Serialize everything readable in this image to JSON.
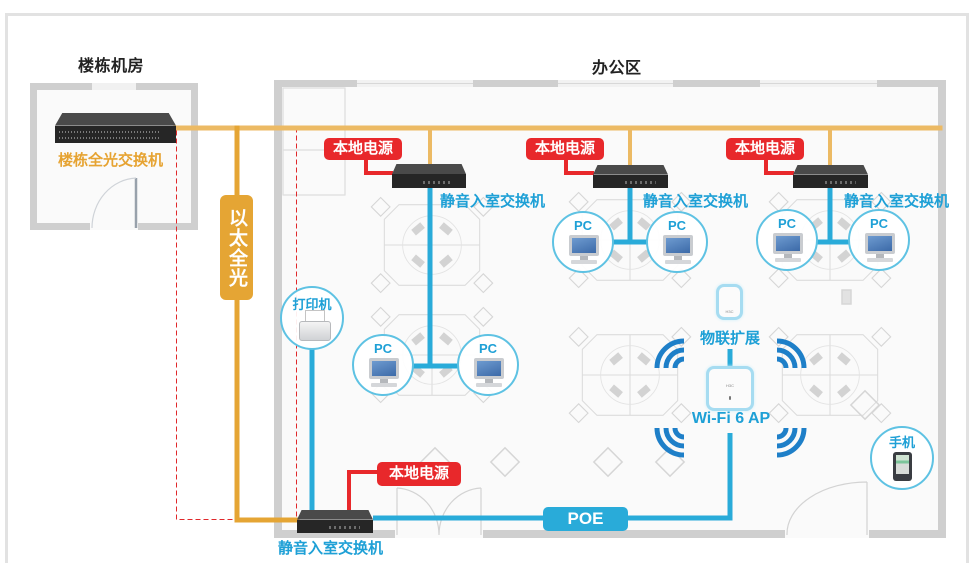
{
  "server_room": {
    "title": "楼栋机房",
    "core_switch_label": "楼栋全光交换机"
  },
  "office": {
    "title": "办公区"
  },
  "links": {
    "fiber_label": "以太全光",
    "poe_label": "POE"
  },
  "access_switches": [
    {
      "label": "静音入室交换机",
      "power_label": "本地电源"
    },
    {
      "label": "静音入室交换机",
      "power_label": "本地电源"
    },
    {
      "label": "静音入室交换机",
      "power_label": "本地电源"
    },
    {
      "label": "静音入室交换机",
      "power_label": "本地电源"
    }
  ],
  "endpoints": {
    "pcs": [
      {
        "label": "PC"
      },
      {
        "label": "PC"
      },
      {
        "label": "PC"
      },
      {
        "label": "PC"
      },
      {
        "label": "PC"
      },
      {
        "label": "PC"
      }
    ],
    "printer": {
      "label": "打印机"
    },
    "iot_extension": {
      "label": "物联扩展",
      "brand": "H3C"
    },
    "access_point": {
      "label": "Wi-Fi 6 AP",
      "brand": "H3C"
    },
    "phone": {
      "label": "手机"
    }
  },
  "colors": {
    "fiber": "#e5a534",
    "ethernet": "#29abd9",
    "power": "#e8282b",
    "wifi": "#1e7fc8",
    "label_blue": "#1ea0d6",
    "dashed_boundary": "#e0282b"
  }
}
